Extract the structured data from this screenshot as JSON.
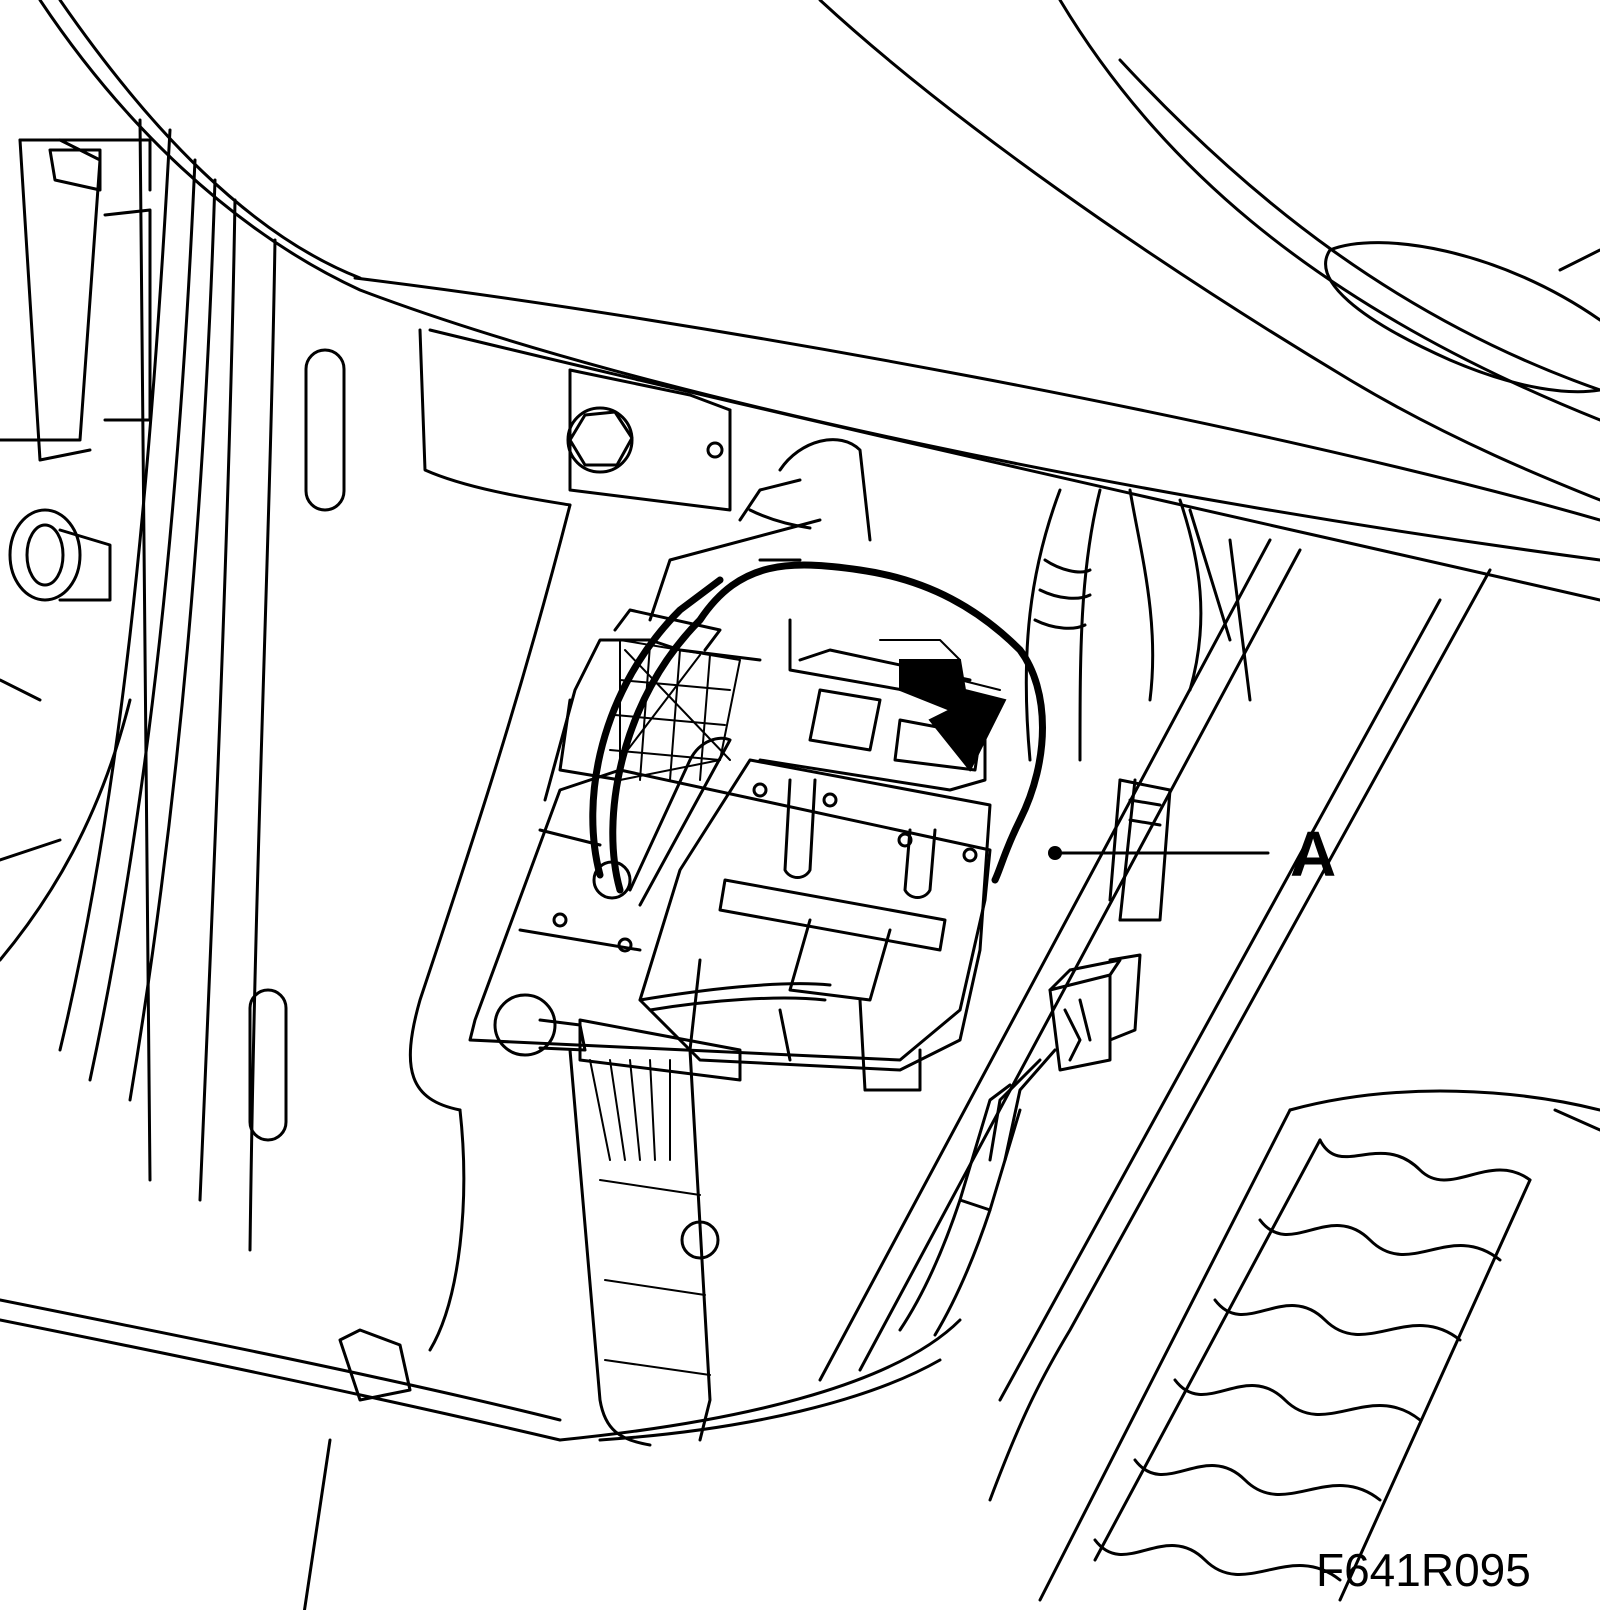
{
  "callouts": [
    {
      "id": "A",
      "text": "A"
    }
  ],
  "figure_code": "F641R095",
  "colors": {
    "line": "#000000",
    "background": "#ffffff"
  }
}
